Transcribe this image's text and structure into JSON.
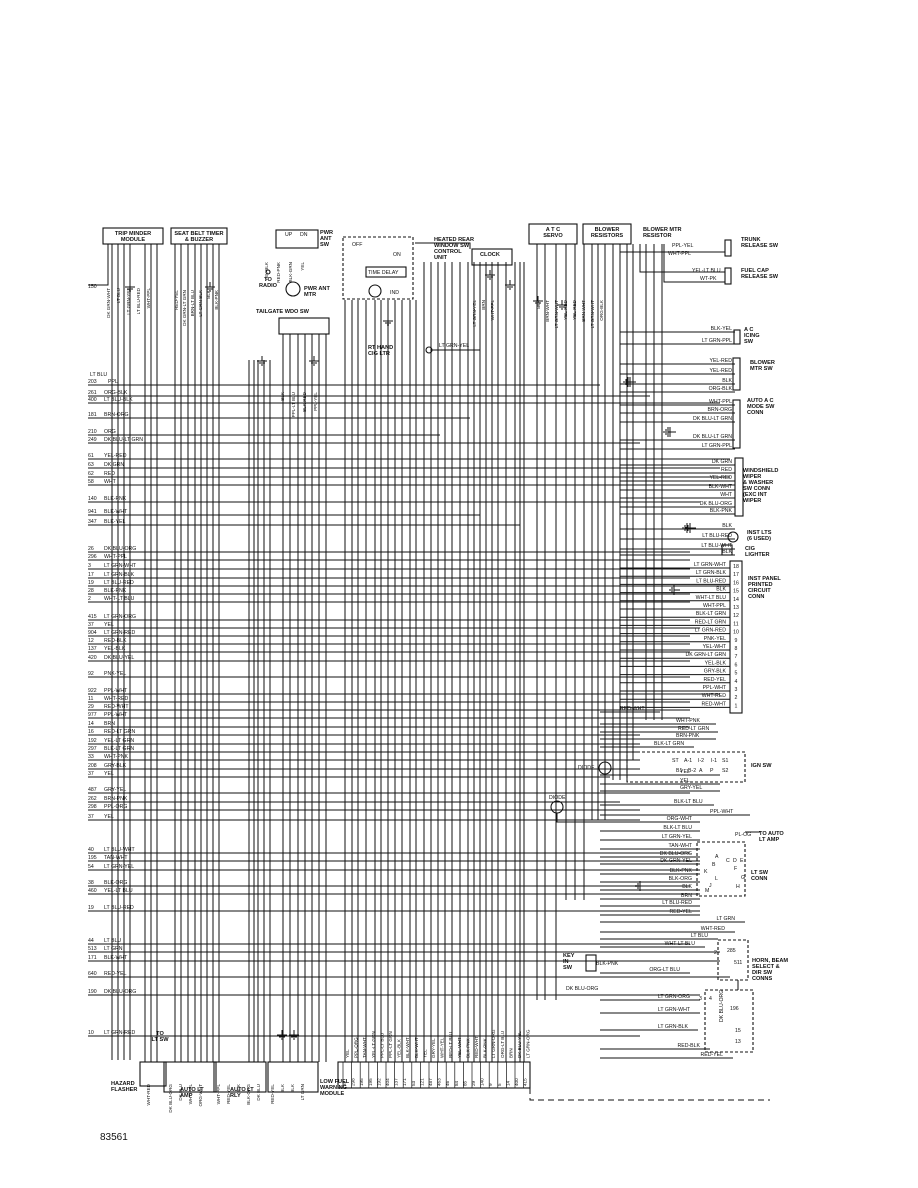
{
  "figure_number": "83561",
  "components": [
    {
      "id": "trip_minder",
      "lines": [
        "TRIP MINDER",
        "MODULE"
      ]
    },
    {
      "id": "seat_belt",
      "lines": [
        "SEAT BELT TIMER",
        "& BUZZER"
      ]
    },
    {
      "id": "pwr_ant_sw",
      "lines": [
        "PWR",
        "ANT",
        "SW"
      ]
    },
    {
      "id": "pwr_ant_mtr",
      "lines": [
        "PWR ANT",
        "MTR"
      ]
    },
    {
      "id": "to_radio",
      "lines": [
        "TO",
        "RADIO"
      ]
    },
    {
      "id": "tailgate",
      "lines": [
        "TAILGATE WDO SW"
      ]
    },
    {
      "id": "heated_rear",
      "lines": [
        "HEATED REAR",
        "WINDOW SW",
        "CONTROL",
        "UNIT"
      ]
    },
    {
      "id": "clock",
      "lines": [
        "CLOCK"
      ]
    },
    {
      "id": "atc_servo",
      "lines": [
        "A T C",
        "SERVO"
      ]
    },
    {
      "id": "blower_res",
      "lines": [
        "BLOWER",
        "RESISTORS"
      ]
    },
    {
      "id": "blower_mtr_res",
      "lines": [
        "BLOWER MTR",
        "RESISTOR"
      ]
    },
    {
      "id": "trunk_release",
      "lines": [
        "TRUNK",
        "RELEASE SW"
      ]
    },
    {
      "id": "fuel_cap",
      "lines": [
        "FUEL CAP",
        "RELEASE SW"
      ]
    },
    {
      "id": "ac_icing",
      "lines": [
        "A C",
        "ICING",
        "SW"
      ]
    },
    {
      "id": "rt_hand_cig",
      "lines": [
        "RT HAND",
        "CIG LTR"
      ]
    },
    {
      "id": "blower_mtr_sw",
      "lines": [
        "BLOWER",
        "MTR SW"
      ]
    },
    {
      "id": "auto_ac",
      "lines": [
        "AUTO A C",
        "MODE SW",
        "CONN"
      ]
    },
    {
      "id": "windshield",
      "lines": [
        "WINDSHIELD",
        "WIPER",
        "& WASHER",
        "SW CONN",
        "(EXC INT",
        "WIPER"
      ]
    },
    {
      "id": "inst_lts",
      "lines": [
        "INST LTS",
        "(6 USED)"
      ]
    },
    {
      "id": "cig_lighter",
      "lines": [
        "CIG",
        "LIGHTER"
      ]
    },
    {
      "id": "inst_panel",
      "lines": [
        "INST PANEL",
        "PRINTED",
        "CIRCUIT",
        "CONN"
      ]
    },
    {
      "id": "ign_sw",
      "lines": [
        "IGN SW"
      ]
    },
    {
      "id": "to_auto_lt",
      "lines": [
        "TO AUTO",
        "LT AMP"
      ]
    },
    {
      "id": "lt_sw_conn",
      "lines": [
        "LT SW",
        "CONN"
      ]
    },
    {
      "id": "horn_beam",
      "lines": [
        "HORN, BEAM",
        "SELECT &",
        "DIR SW",
        "CONNS"
      ]
    },
    {
      "id": "key_in_sw",
      "lines": [
        "KEY",
        "IN",
        "SW"
      ]
    },
    {
      "id": "hazard",
      "lines": [
        "HAZARD",
        "FLASHER"
      ]
    },
    {
      "id": "to_lt_sw",
      "lines": [
        "TO",
        "LT SW"
      ]
    },
    {
      "id": "auto_lt_amp",
      "lines": [
        "AUTO LT",
        "AMP"
      ]
    },
    {
      "id": "auto_lt_rly",
      "lines": [
        "AUTO LT",
        "RLY"
      ]
    },
    {
      "id": "low_fuel",
      "lines": [
        "LOW FUEL",
        "WARNING",
        "MODULE"
      ]
    }
  ],
  "small_labels": {
    "time_delay": "TIME DELAY",
    "off": "OFF",
    "on": "ON",
    "ind": "IND",
    "up": "UP",
    "dn": "DN",
    "diode1": "DIODE",
    "diode2": "DIODE",
    "pl_og": "PL-OG",
    "n150": "150",
    "dk_blu_org": "DK BLU-ORG",
    "lt_grn_yel_rt": "LT GRN-YEL",
    "wht_ppl_tr": "WHT-PPL",
    "ppl_yel_tr": "PPL-YEL",
    "yel_lt_blu": "YEL-LT BLU",
    "wt_pk": "WT-PK",
    "blk_pnk_key": "BLK-PNK"
  },
  "left_wires": [
    {
      "num": "203",
      "color": "LT BLU\nPPL"
    },
    {
      "num": "261",
      "color": "ORG-BLK"
    },
    {
      "num": "400",
      "color": "LT BLU-BLK"
    },
    {
      "num": "181",
      "color": "BRN-ORG"
    },
    {
      "num": "210",
      "color": "ORG"
    },
    {
      "num": "249",
      "color": "DK BLU-LT GRN"
    },
    {
      "num": "61",
      "color": "YEL-RED"
    },
    {
      "num": "63",
      "color": "DK GRN"
    },
    {
      "num": "62",
      "color": "RED"
    },
    {
      "num": "58",
      "color": "WHT"
    },
    {
      "num": "140",
      "color": "BLK-PNK"
    },
    {
      "num": "941",
      "color": "BLK-WHT"
    },
    {
      "num": "347",
      "color": "BLK-YEL"
    },
    {
      "num": "26",
      "color": "DK BLU-ORG"
    },
    {
      "num": "296",
      "color": "WHT-PPL"
    },
    {
      "num": "3",
      "color": "LT GRN-WHT"
    },
    {
      "num": "17",
      "color": "LT GRN-BLK"
    },
    {
      "num": "19",
      "color": "LT BLU-RED"
    },
    {
      "num": "28",
      "color": "BLK-PNK"
    },
    {
      "num": "2",
      "color": "WHT-LT BLU"
    },
    {
      "num": "415",
      "color": "LT GRN-ORG"
    },
    {
      "num": "37",
      "color": "YEL"
    },
    {
      "num": "904",
      "color": "LT GRN-RED"
    },
    {
      "num": "12",
      "color": "RED-BLK"
    },
    {
      "num": "137",
      "color": "YEL-BLK"
    },
    {
      "num": "420",
      "color": "DK BLU-YEL"
    },
    {
      "num": "92",
      "color": "PNK-YEL"
    },
    {
      "num": "922",
      "color": "PPL-WHT"
    },
    {
      "num": "11",
      "color": "WHT-RED"
    },
    {
      "num": "29",
      "color": "RED-WHT"
    },
    {
      "num": "977",
      "color": "PPL-WHT"
    },
    {
      "num": "14",
      "color": "BRN"
    },
    {
      "num": "16",
      "color": "RED-LT GRN"
    },
    {
      "num": "192",
      "color": "YEL-LT GRN"
    },
    {
      "num": "297",
      "color": "BLK-LT GRN"
    },
    {
      "num": "33",
      "color": "WHT-PNK"
    },
    {
      "num": "208",
      "color": "GRY-BLK"
    },
    {
      "num": "37",
      "color": "YEL"
    },
    {
      "num": "487",
      "color": "GRY-YEL"
    },
    {
      "num": "262",
      "color": "BRN-PNK"
    },
    {
      "num": "298",
      "color": "PPL-ORG"
    },
    {
      "num": "37",
      "color": "YEL"
    },
    {
      "num": "40",
      "color": "LT BLU-WHT"
    },
    {
      "num": "195",
      "color": "TAN-WHT"
    },
    {
      "num": "54",
      "color": "LT GRN-YEL"
    },
    {
      "num": "38",
      "color": "BLK-ORG"
    },
    {
      "num": "460",
      "color": "YEL-LT BLU"
    },
    {
      "num": "19",
      "color": "LT BLU-RED"
    },
    {
      "num": "44",
      "color": "LT BLU"
    },
    {
      "num": "513",
      "color": "LT GRN"
    },
    {
      "num": "171",
      "color": "BLK-WHT"
    },
    {
      "num": "640",
      "color": "RED-YEL"
    },
    {
      "num": "190",
      "color": "DK BLU-ORG"
    },
    {
      "num": "10",
      "color": "LT GRN-RED"
    }
  ],
  "right_labels": [
    "BLK-YEL",
    "LT GRN-PPL",
    "YEL-RED",
    "YEL-RED",
    "BLK",
    "ORG-BLK",
    "WHT-PPL",
    "BRN-ORG",
    "DK BLU-LT GRN",
    "DK BLU-LT GRN",
    "LT GRN-PPL",
    "DK GRN",
    "RED",
    "YEL-RED",
    "BLK-WHT",
    "WHT",
    "DK BLU-ORG",
    "BLK-PNK",
    "BLK",
    "LT BLU-RED",
    "LT BLU-WHT",
    "BLK"
  ],
  "inst_panel_rows": [
    {
      "color": "LT GRN-WHT",
      "pin": "18"
    },
    {
      "color": "LT GRN-BLK",
      "pin": "17"
    },
    {
      "color": "LT BLU-RED",
      "pin": "16"
    },
    {
      "color": "BLK",
      "pin": "15"
    },
    {
      "color": "WHT-LT BLU",
      "pin": "14"
    },
    {
      "color": "WHT-PPL",
      "pin": "13"
    },
    {
      "color": "BLK-LT GRN",
      "pin": "12"
    },
    {
      "color": "RED-LT GRN",
      "pin": "11"
    },
    {
      "color": "LT GRN-RED",
      "pin": "10"
    },
    {
      "color": "PNK-YEL",
      "pin": "9"
    },
    {
      "color": "YEL-WHT",
      "pin": "8"
    },
    {
      "color": "DK GRN-LT GRN",
      "pin": "7"
    },
    {
      "color": "YEL-BLK",
      "pin": "6"
    },
    {
      "color": "GRY-BLK",
      "pin": "5"
    },
    {
      "color": "RED-YEL",
      "pin": "4"
    },
    {
      "color": "PPL-WHT",
      "pin": "3"
    },
    {
      "color": "WHT-RED",
      "pin": "2"
    },
    {
      "color": "RED-WHT",
      "pin": "1"
    }
  ],
  "ign_labels": [
    "WHT-PNK",
    "RED-LT GRN",
    "BRN-PNK",
    "BLK-LT GRN",
    "YEL",
    "YEL",
    "GRY-YEL",
    "BLK-LT BLU",
    "PPL-WHT",
    "RED-WHT"
  ],
  "ign_terms": [
    "ST",
    "A-1",
    "I-2",
    "I-1",
    "S1",
    "B1",
    "B-2",
    "A",
    "P",
    "S2"
  ],
  "lt_sw_labels": [
    "ORG-WHT",
    "BLK-LT BLU",
    "LT GRN-YEL",
    "TAN-WHT",
    "DK BLU-ORG",
    "DK GRN-YEL",
    "BLK-PNK",
    "BLK-ORG",
    "BLK",
    "BRN",
    "LT BLU-RED",
    "RED-YEL"
  ],
  "lt_sw_terms": [
    "A",
    "B",
    "C",
    "D",
    "E",
    "F",
    "G",
    "H",
    "J",
    "K",
    "L",
    "M"
  ],
  "horn_labels": [
    "LT GRN",
    "WHT-RED",
    "LT BLU",
    "WHT-LT BLU",
    "ORG-LT BLU",
    "LT GRN-ORG",
    "LT GRN-WHT",
    "LT GRN-BLK",
    "RED-BLK",
    "RED-YEL",
    "DK BLU-ORG"
  ],
  "horn_pins": [
    "2",
    "285",
    "511",
    "3",
    "4",
    "15",
    "13",
    "196"
  ],
  "bottom_connector": [
    "37",
    "298",
    "195",
    "195",
    "192",
    "404",
    "137",
    "171",
    "53",
    "121",
    "487",
    "463",
    "46",
    "84",
    "85",
    "29",
    "140",
    "9",
    "5",
    "14",
    "400",
    "415"
  ],
  "bottom_colors": [
    "YEL",
    "PPL-ORG",
    "TAN-WHT",
    "YEL-LT GRN",
    "PPL-LT BLU",
    "PPL-LT GRN",
    "YEL-BLK",
    "BLK-WHT",
    "BLK-WHT",
    "YEL",
    "GRY-YEL",
    "WHT-YEL",
    "RED-LT BLU",
    "YEL-WHT",
    "BLK-PNK",
    "RED-WHT",
    "BLK-PNK",
    "LT GRN-ORG",
    "ORG-LT BLU",
    "BRN",
    "DK BLU-YEL",
    "LT GRN-ORG"
  ],
  "trip_minder_pins": [
    "DK GRN-WHT",
    "LT BLU",
    "LT GRN-YEL",
    "LT BLU-RED",
    "WHT-PPL"
  ],
  "seat_belt_pins": [
    "RED-YEL",
    "DK GRN-LT GRN",
    "BRN-LT BLU",
    "LT GRN-BLK",
    "BLK",
    "BLK-PNK"
  ],
  "pwr_ant_pins": [
    "YEL-BLK",
    "RED-PNK",
    "BLK-GRN",
    "YEL"
  ],
  "tailgate_pins": [
    "BLK",
    "PPL-LT BLU",
    "BLK-RED",
    "PPL-YEL"
  ],
  "clock_pins": [
    "LT GRN-YEL",
    "BRN",
    "WHT-PPL"
  ],
  "atc_pins": [
    "BLK",
    "BRN-WHT",
    "LT GRN-WHT",
    "YEL-RED",
    "YEL-RED",
    "BRN-WHT",
    "LT GRN-WHT",
    "ORG-BLK"
  ],
  "hazard_pins": [
    "WHT-RED"
  ],
  "auto_lt_amp_pins": [
    "DK BLU-ORG",
    "DK BLU",
    "WHT-PPL",
    "ORG-WHT"
  ],
  "auto_lt_rly_pins": [
    "WHT-PPL",
    "RED-YEL",
    "BLK",
    "BLK-ORG",
    "DK BLU"
  ],
  "low_fuel_pins": [
    "RED-YEL",
    "BLK",
    "BLK",
    "LT GRN"
  ]
}
